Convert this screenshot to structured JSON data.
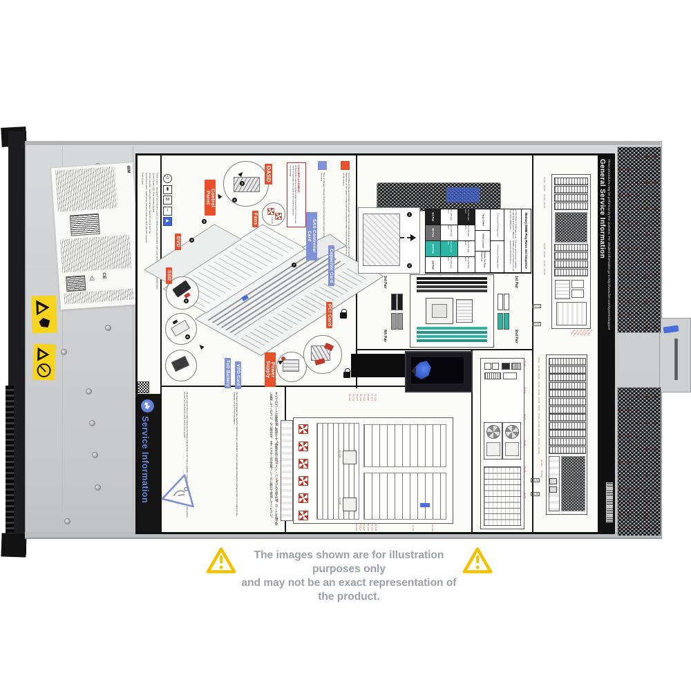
{
  "disclaimer": {
    "line1": "The images shown are for illustration purposes only",
    "line2": "and may not be an exact representation of the product."
  },
  "brand": {
    "name": "IBM",
    "ce": "CE"
  },
  "label": {
    "general_info": {
      "title": "General Service Information",
      "subtitle": "These procedures may be performed by the customer. For detailed information go to http://www.ibm.com/systems/support"
    },
    "side": {
      "title": "Service Information"
    },
    "esd": {
      "en": "All cards are sensitive to static electricity discharge. If an antistatic wrist strap is available, wear it while handling cards. If not, first ground yourself by touching the metal frame of the system.",
      "de": "Alle Karten sind gegenüber statischer Elektrizität sehr empfindlich. Falls ein Antistatik-Armband zur Verfügung steht, ist es während des Umgangs mit den Karten zu tragen.",
      "ja": "すべてのカードは静電気に敏感です。静電気防止用リスト・バンドがある場合は、カードを扱う際に着用してください。ない場合は、まずシステムの金属フレームに触れて接地してください。"
    },
    "legend": {
      "terra_cotta": "Terra Cotta on the part indicates the system may not be required to be powered off to perform service. This is dependent on the system configuration and preparatory steps may be required before the service action is taken on the system.",
      "blue": "Blue on the part indicates that the procedure requires the system to be shut down before servicing."
    },
    "fan_replacement": {
      "title": "FAN REPLACEMENT",
      "body": "ATTENTION: Failure to replace a fan in less than 1 minute may result in Automatic Shut Down of the system to prevent overheating."
    },
    "parts": {
      "control_panel": "Control Panel",
      "dasd": "DASD",
      "fans": "Fans",
      "dvd": "DVD",
      "ssd": "SSD",
      "pci_card": "PCI Card",
      "power_supply": "Power Supply",
      "sas_controller": "SAS Controller Card",
      "capacitor": "Capacitor Card",
      "tod_battery": "ToD Battery",
      "vpd_card": "VPD Card"
    },
    "panel_legend": {
      "lines": [
        "Power button - solid green LED indicates power on, blinking indicates standby mode, push and hold for power in standby mode",
        "System locate LED - Blue indicates identify",
        "Check Log LED - Solid amber indicates check for entry in error log",
        "System error LED - Solid amber indicates enclosure fault, attention required",
        "Push to eject"
      ],
      "display": "88"
    },
    "fan_note": "< 1 min",
    "memory": {
      "title": "Memory DIMM Plug Rules and Sequence",
      "attention": "ATTENTION: A DIMM pair must be identical and can be different from other DIMM pairs.",
      "note": "For best performance, balance DIMMs across processors per the sequence outlined below.",
      "headers": [
        "Target DIMM",
        "DIMM Location",
        "DIMMs Per Plug Sequence"
      ],
      "config_headers": [
        "1 Processor Configuration",
        "2 Processor Configuration"
      ],
      "rows": [
        {
          "pair": "3rd Pair",
          "loc1": "P1-C15 and C23",
          "loc2": "P1-C15 and C23"
        },
        {
          "pair": "4th Pair",
          "loc1": "P1-C18 and C24",
          "loc2": "P1-C18 and C24"
        },
        {
          "pair": "2nd Pair",
          "loc1": "P1-C17 and C21",
          "loc2": "P1-C17 and C21"
        },
        {
          "pair": "1st Pair",
          "loc1": "P1-C16 and C22",
          "loc2": "P1-C16 and C22"
        }
      ],
      "pair_labels": {
        "tl": "3rd Pair",
        "bl": "4th Pair",
        "tr": "1st Pair",
        "br": "2nd Pair"
      },
      "install_steps": [
        "1",
        "2"
      ]
    },
    "board": {
      "fan_ids": [
        "A1",
        "A2",
        "A3",
        "A4",
        "A5",
        "A6"
      ],
      "top_connectors": [
        "P1-C15",
        "P1-C16",
        "P1-C17",
        "P1-C18",
        "P1-C19",
        "P1-C20",
        "P1-C21",
        "P1-C22"
      ],
      "bottom_connectors": [
        "P1-C23",
        "P1-C24",
        "P1-C25",
        "P1-C26",
        "P1-C27",
        "P1-C28"
      ],
      "mid_labels": [
        "P1-C32",
        "P1-C30"
      ],
      "corner_labels": [
        "P1-B1",
        "P1-C13"
      ]
    },
    "rear_top": {
      "drives_left": [
        "P2-D1",
        "P2-D2",
        "P2-D3",
        "P2-D4"
      ],
      "drives_left2": [
        "P2-D5",
        "P2-D6",
        "P2-D7",
        "P2-D8"
      ],
      "cluster": [
        "P2-D9",
        "P2-D10",
        "P2-D11",
        "P2-D12",
        "P2-D13",
        "P2-D14"
      ],
      "ports": [
        "P1-T1",
        "P1-T2"
      ]
    },
    "front_bottom": {
      "drives": [
        "P2-D1",
        "P2-D2",
        "P2-D3",
        "P2-D4",
        "P2-D5",
        "P2-D6",
        "P2-D7",
        "P2-D8",
        "P2-D9",
        "P2-D10",
        "P2-D11",
        "P2-D12"
      ],
      "extra": [
        "P2-D13",
        "P2-D14"
      ],
      "ports": [
        "P1-T5",
        "P1-T6"
      ]
    },
    "rear_mid": {
      "labels": [
        "P1-C1",
        "P1-C2",
        "P1-C3",
        "P1-C4",
        "P1-C5",
        "P1-C6"
      ]
    },
    "callouts": [
      "1",
      "2",
      "3",
      "4",
      "5",
      "6",
      "7",
      "8"
    ]
  },
  "colors": {
    "terra_cotta": "#E8502C",
    "blue_label": "#8191D8",
    "teal": "#2BB3A3",
    "service_info_blue": "#6B87DD",
    "warning_yellow": "#F2C200",
    "red_port_label": "#C03A2B"
  }
}
